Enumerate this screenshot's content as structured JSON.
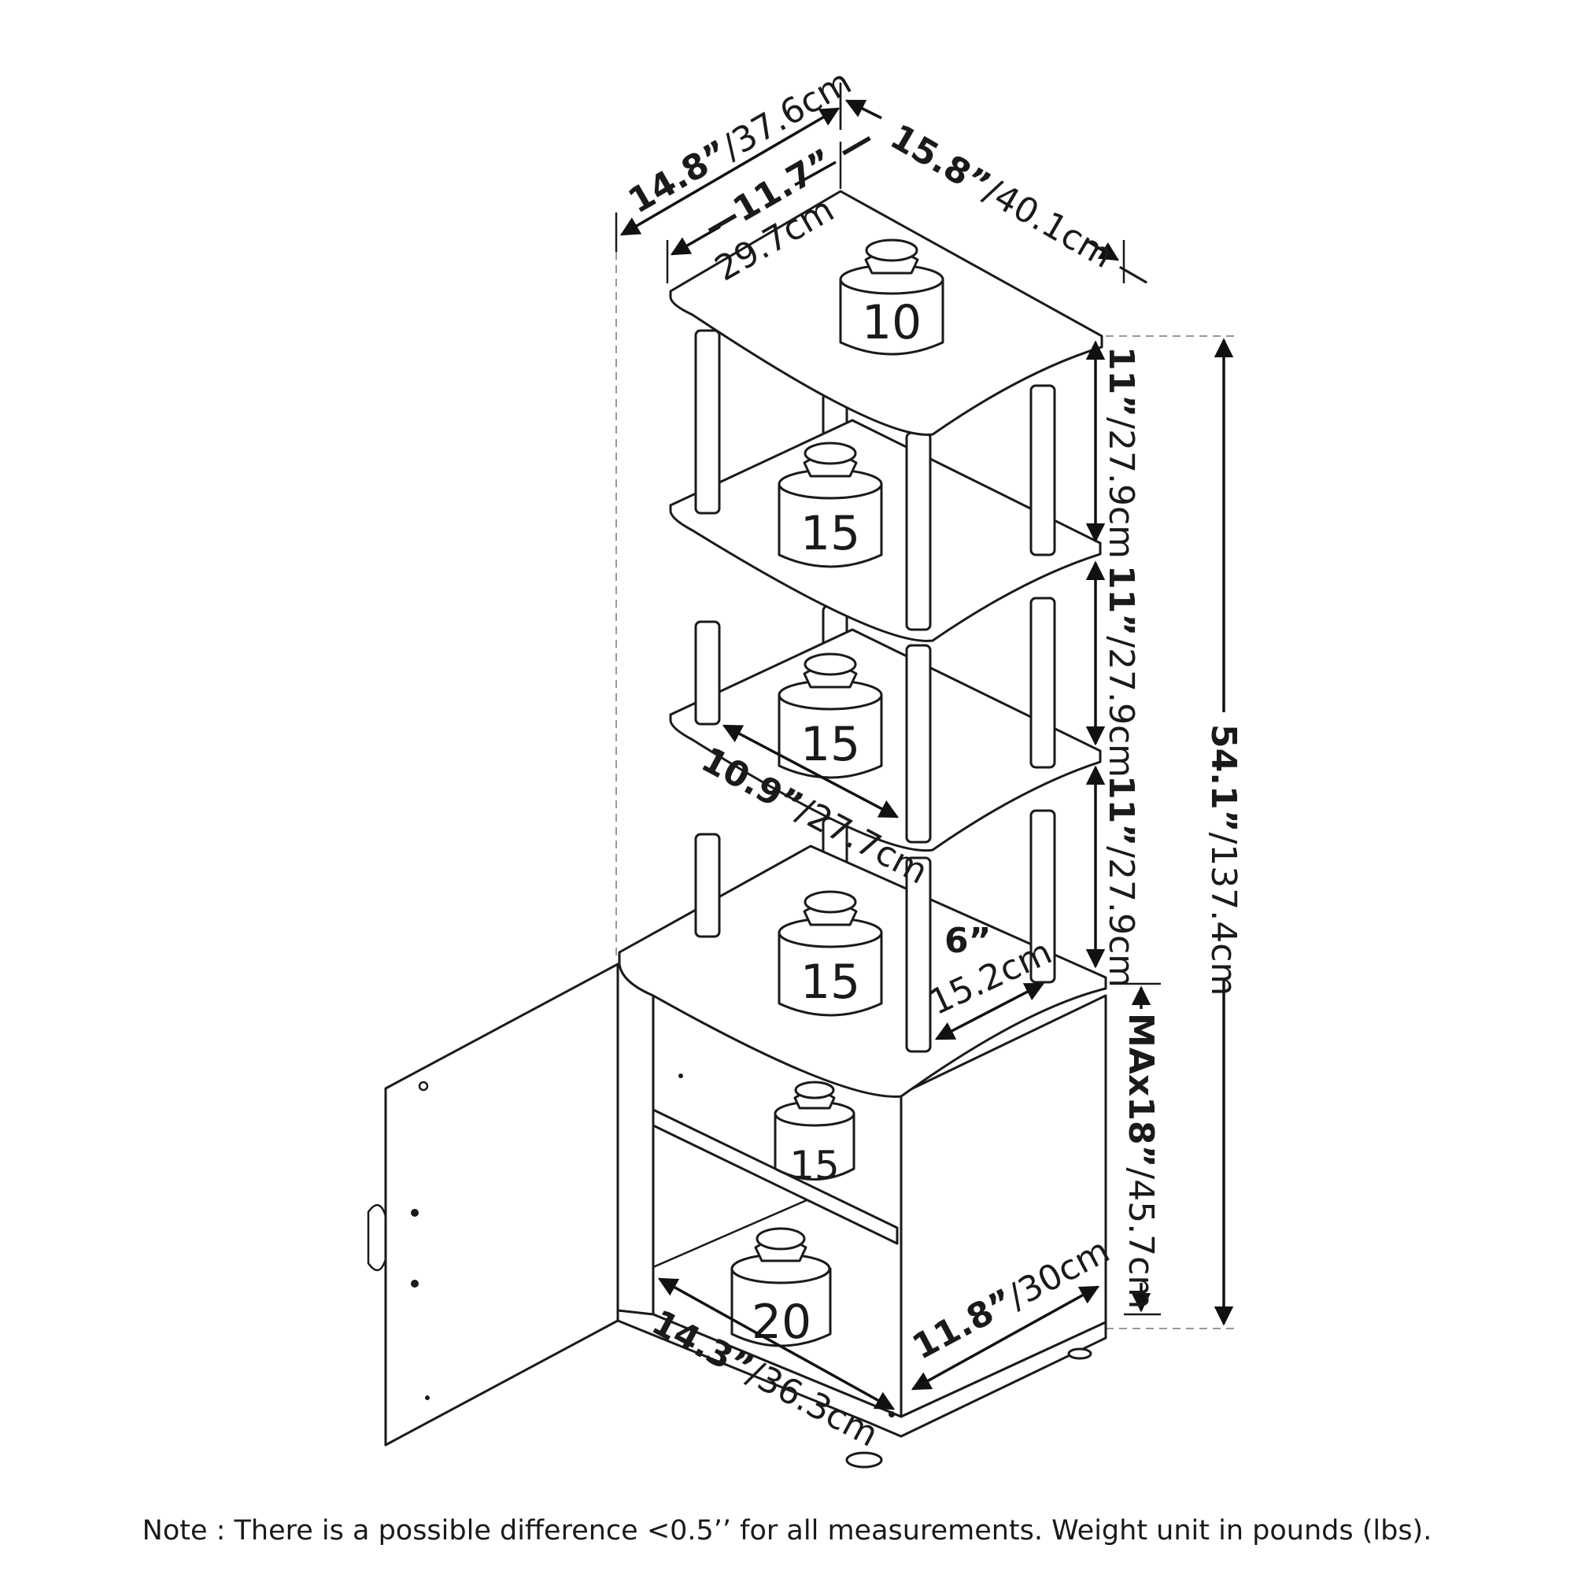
{
  "dimensions": {
    "top_depth": {
      "in": "14.8”",
      "cm": "/37.6cm"
    },
    "top_width_in": "—11.7” —",
    "top_width_cm": "29.7cm",
    "top_side": {
      "in": "15.8”",
      "cm": "/40.1cm —"
    },
    "shelf_gap_1": {
      "in": "11”",
      "cm": "/27.9cm"
    },
    "shelf_gap_2": {
      "in": "11”",
      "cm": "/27.9cm"
    },
    "shelf_gap_3": {
      "in": "11”",
      "cm": "/27.9cm"
    },
    "total_height": {
      "in": "54.1”",
      "cm": "/137.4cm"
    },
    "shelf_width": {
      "in": "10.9”",
      "cm": "/27.7cm"
    },
    "post_gap": {
      "in": "6”",
      "cm": "15.2cm"
    },
    "cabinet_height": {
      "in": "MAx18”",
      "cm": "/45.7cm"
    },
    "cabinet_depth": {
      "in": "11.8”",
      "cm": "/30cm"
    },
    "cabinet_width": {
      "in": "14.3”",
      "cm": "/36.3cm"
    }
  },
  "weights": {
    "top_shelf": "10",
    "shelf_2": "15",
    "shelf_3": "15",
    "cabinet_top": "15",
    "cabinet_shelf": "15",
    "cabinet_bottom": "20"
  },
  "note": "Note : There is a possible difference <0.5’’ for all measurements. Weight unit in pounds (lbs)."
}
